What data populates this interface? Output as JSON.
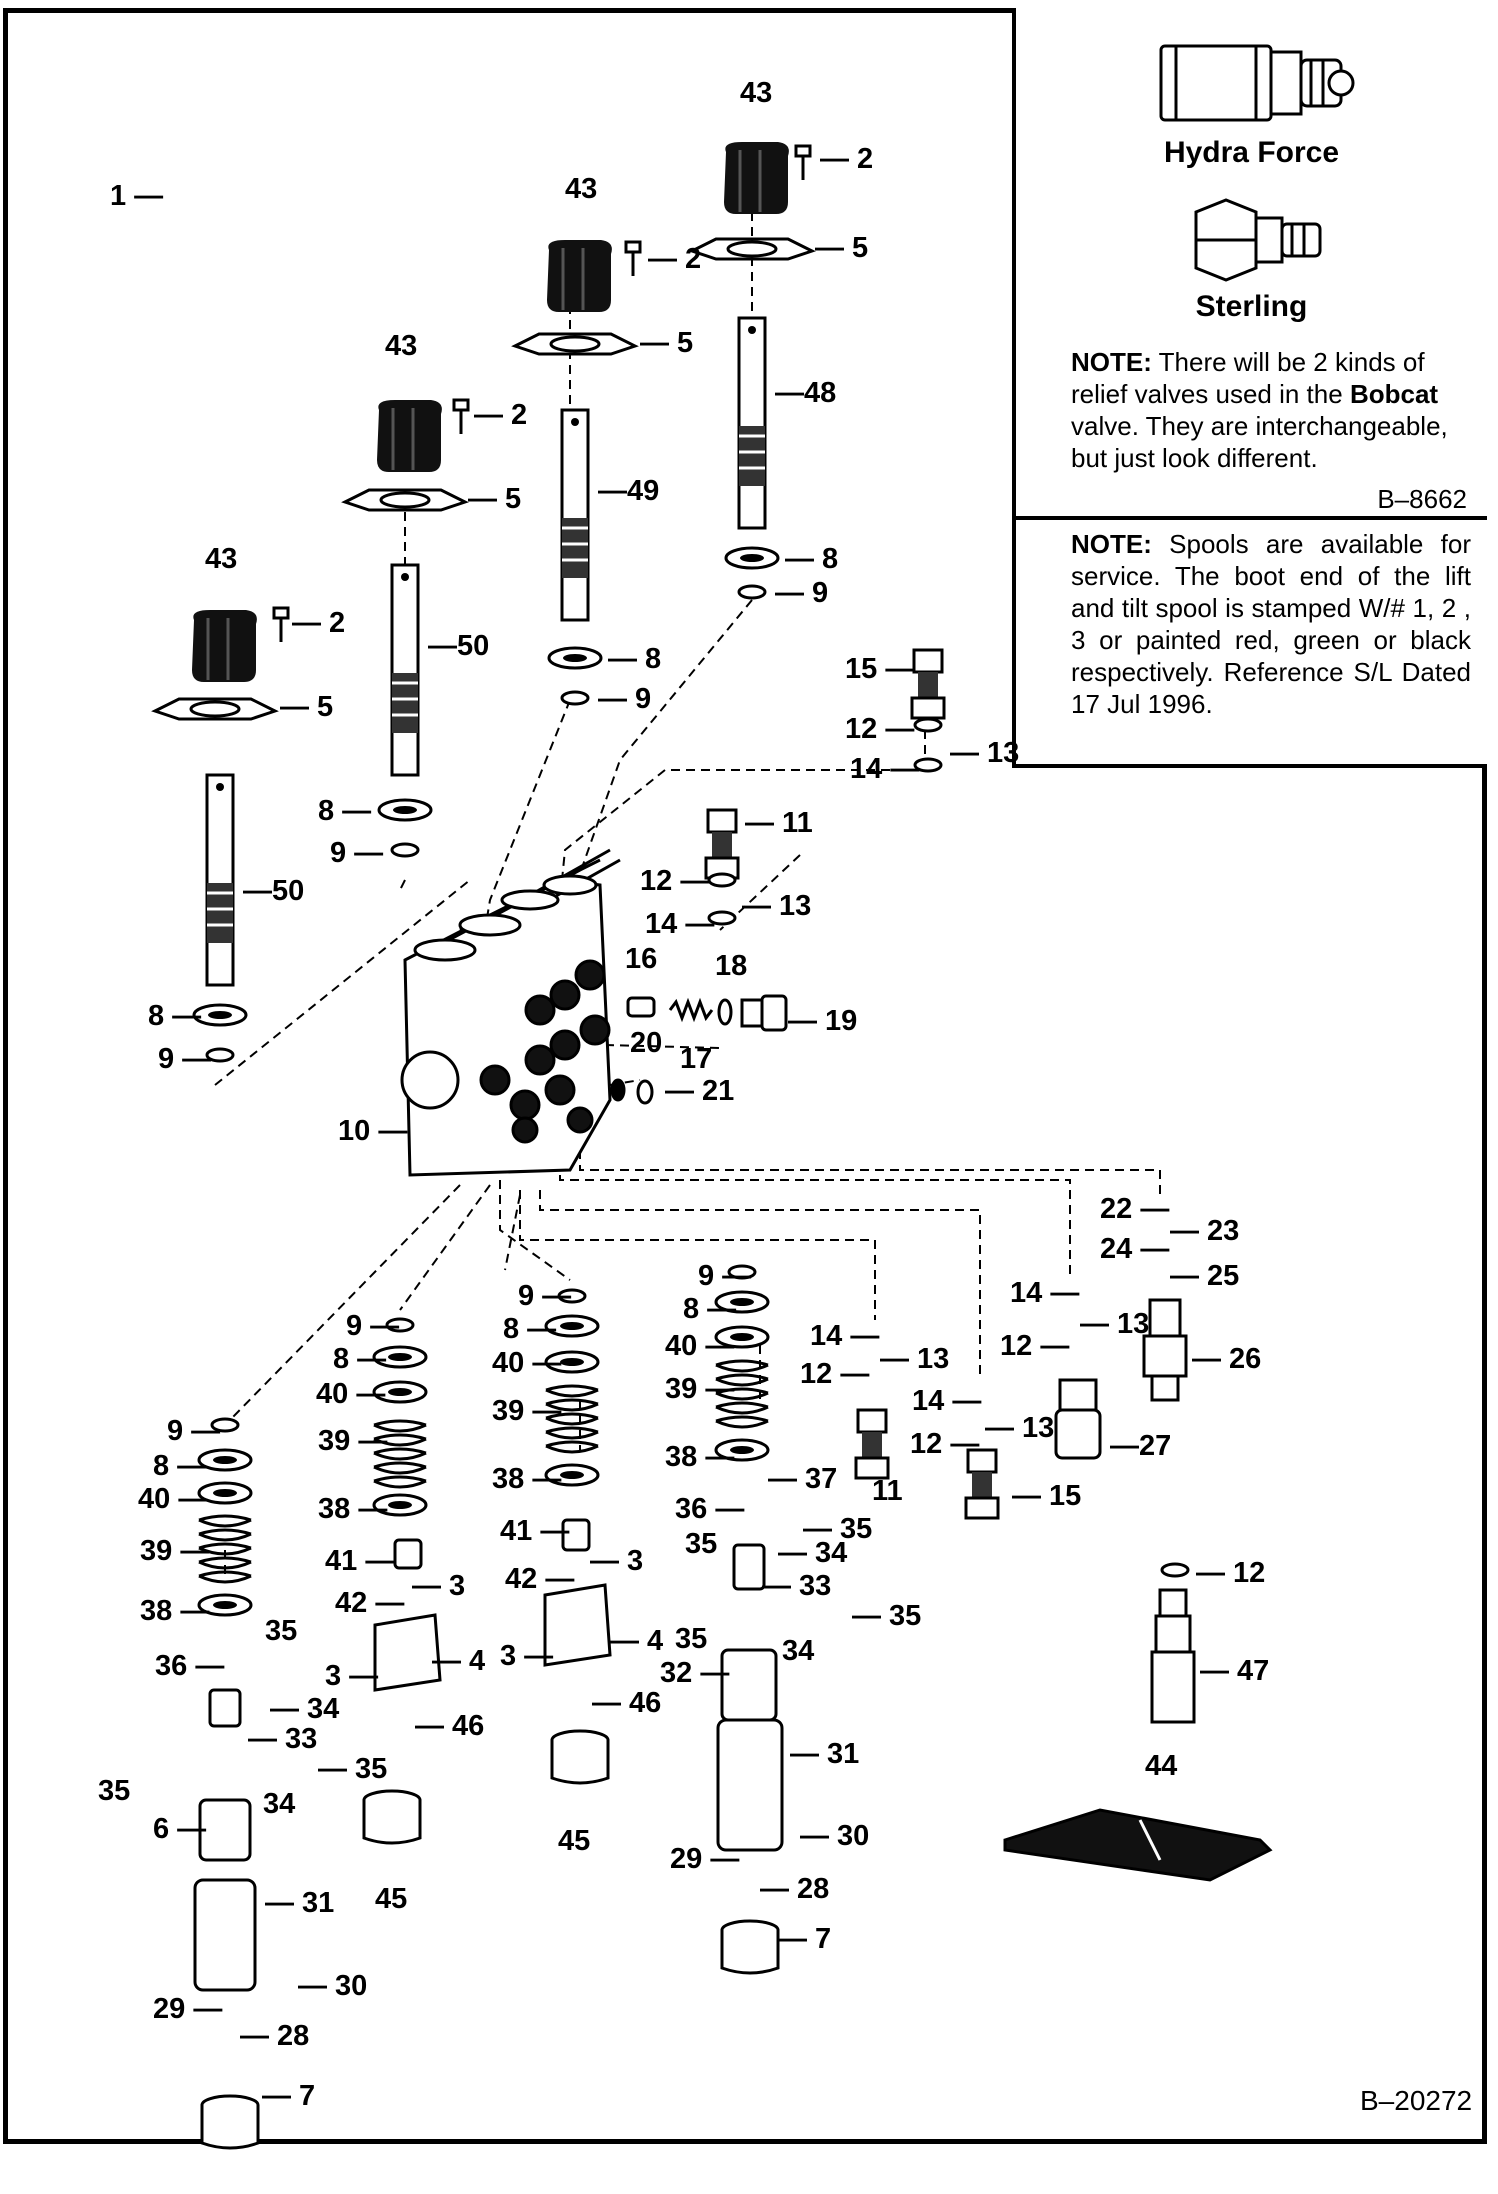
{
  "legend": {
    "hydra_force": "Hydra Force",
    "sterling": "Sterling",
    "note1_label": "NOTE:",
    "note1_text_a": "There will be 2 kinds of relief valves used in the",
    "note1_brand": "Bobcat",
    "note1_text_b": "valve. They are interchangeable, but just look different.",
    "note1_ref": "B–8662",
    "note2_label": "NOTE:",
    "note2_text": "Spools are available for service. The boot end of the lift and tilt spool is stamped W/# 1, 2 , 3 or painted red, green or black respectively. Reference S/L Dated 17 Jul 1996."
  },
  "drawing_ref": "B–20272",
  "callouts": [
    "1",
    "2",
    "3",
    "4",
    "5",
    "6",
    "7",
    "8",
    "9",
    "10",
    "11",
    "12",
    "13",
    "14",
    "15",
    "16",
    "17",
    "18",
    "19",
    "20",
    "21",
    "22",
    "23",
    "24",
    "25",
    "26",
    "27",
    "28",
    "29",
    "30",
    "31",
    "32",
    "33",
    "34",
    "35",
    "36",
    "37",
    "38",
    "39",
    "40",
    "41",
    "42",
    "43",
    "44",
    "45",
    "46",
    "47",
    "48",
    "49",
    "50"
  ]
}
